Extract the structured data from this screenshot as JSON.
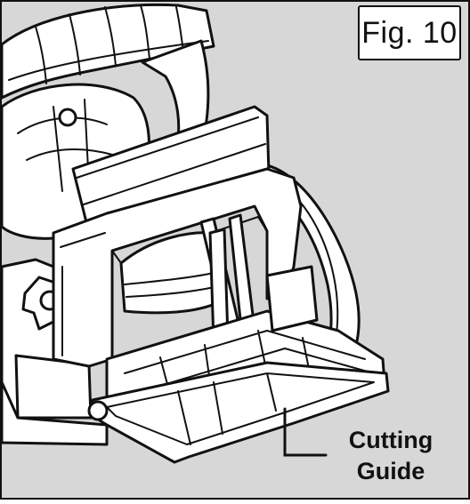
{
  "figure": {
    "label": "Fig. 10",
    "callout": {
      "line1": "Cutting",
      "line2": "Guide"
    }
  },
  "colors": {
    "background": "#d7d7d7",
    "line": "#111111",
    "fill": "#ffffff"
  }
}
